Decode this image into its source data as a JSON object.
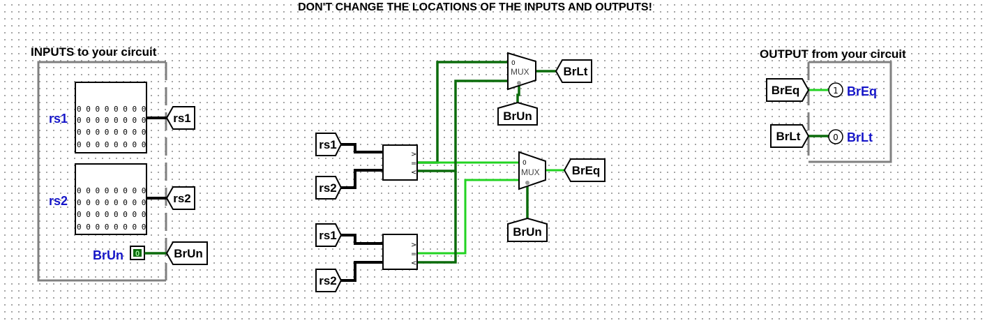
{
  "header": {
    "warning": "DON'T CHANGE THE LOCATIONS OF THE INPUTS AND OUTPUTS!"
  },
  "inputs_panel": {
    "title": "INPUTS to your circuit",
    "rs1_label": "rs1",
    "rs2_label": "rs2",
    "brun_label": "BrUn",
    "brun_value": "0",
    "rs1_bits": [
      "0 0 0 0 0 0 0 0",
      "0 0 0 0 0 0 0 0",
      "0 0 0 0 0 0 0 0",
      "0 0 0 0 0 0 0 0"
    ],
    "rs2_bits": [
      "0 0 0 0 0 0 0 0",
      "0 0 0 0 0 0 0 0",
      "0 0 0 0 0 0 0 0",
      "0 0 0 0 0 0 0 0"
    ],
    "tunnels": [
      "rs1",
      "rs2",
      "BrUn"
    ]
  },
  "circuit": {
    "mux1": {
      "label": "MUX",
      "sel0": "0",
      "out_tunnel": "BrLt",
      "sel_tunnel": "BrUn"
    },
    "mux2": {
      "label": "MUX",
      "sel0": "0",
      "out_tunnel": "BrEq",
      "sel_tunnel": "BrUn"
    },
    "comp1": {
      "in_a": "rs1",
      "in_b": "rs2",
      "gt": ">",
      "eq": "=",
      "lt": "<"
    },
    "comp2": {
      "in_a": "rs1",
      "in_b": "rs2",
      "gt": ">",
      "eq": "=",
      "lt": "<"
    }
  },
  "outputs_panel": {
    "title": "OUTPUT from your circuit",
    "breq_tunnel": "BrEq",
    "brlt_tunnel": "BrLt",
    "breq_value": "1",
    "brlt_value": "0",
    "breq_label": "BrEq",
    "brlt_label": "BrLt"
  }
}
